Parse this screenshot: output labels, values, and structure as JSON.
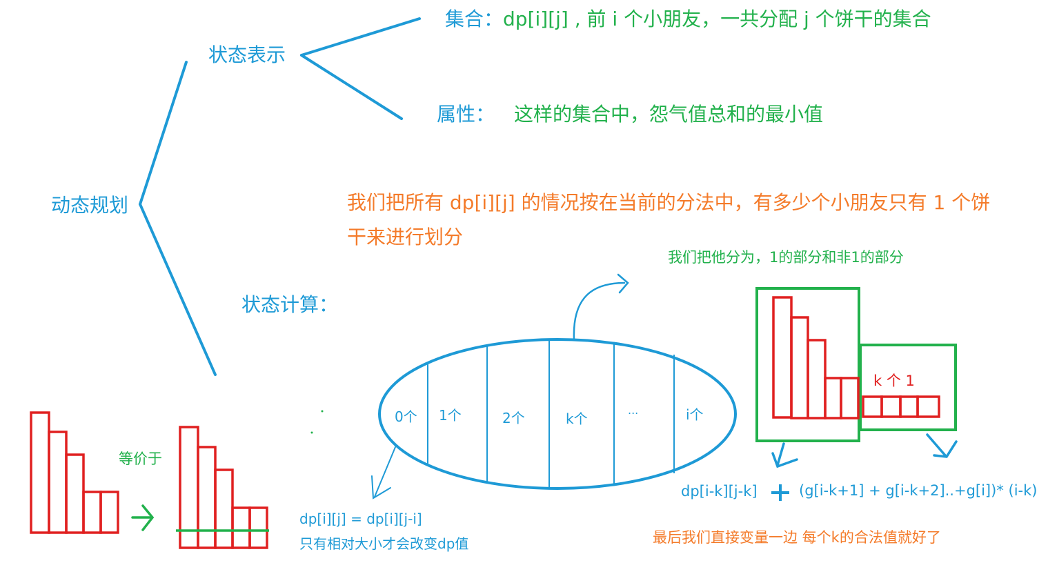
{
  "tree": {
    "root_label": "动态规划",
    "state_repr_label": "状态表示",
    "set_label": "集合：",
    "set_text": "dp[i][j] , 前 i 个小朋友，一共分配 j 个饼干的集合",
    "attr_label": "属性：",
    "attr_text": "这样的集合中，怨气值总和的最小值",
    "state_calc_label": "状态计算："
  },
  "partition_note_line1": "我们把所有 dp[i][j] 的情况按在当前的分法中，有多少个小朋友只有 1 个饼",
  "partition_note_line2": "干来进行划分",
  "ellipse": {
    "segments": [
      "0个",
      "1个",
      "2个",
      "k个",
      "...",
      "i个"
    ]
  },
  "split_note": "我们把他分为，1的部分和非1的部分",
  "k_ones_label": "k 个 1",
  "equivalent_label": "等价于",
  "zero_case_formula": "dp[i][j] = dp[i][j-i]",
  "zero_case_note": "只有相对大小才会改变dp值",
  "k_case_formula_left": "dp[i-k][j-k]",
  "k_case_plus": "+",
  "k_case_formula_right": "(g[i-k+1] + g[i-k+2]..+g[i])* (i-k)",
  "final_note": "最后我们直接变量一边 每个k的合法值就好了",
  "colors": {
    "blue": "#1e9ad6",
    "green": "#22b14c",
    "orange": "#f47b2a",
    "red": "#e02020"
  }
}
